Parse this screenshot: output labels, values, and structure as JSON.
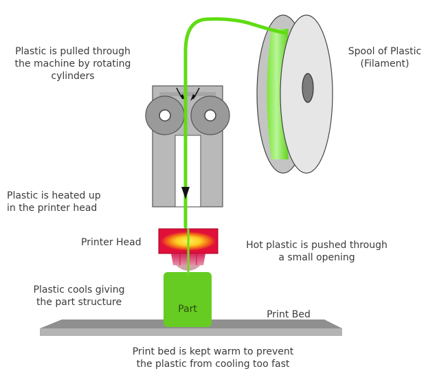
{
  "diagram": {
    "title": "How a 3D printer (FDM) works",
    "labels": {
      "rollers": "Plastic is pulled through\nthe machine by rotating\ncylinders",
      "spool": "Spool of Plastic\n(Filament)",
      "heated": "Plastic is heated up\nin the printer head",
      "printer_head": "Printer Head",
      "nozzle": "Hot plastic is pushed through\na small opening",
      "cools": "Plastic cools giving\nthe part structure",
      "part": "Part",
      "print_bed": "Print Bed",
      "bed_warm": "Print bed is kept warm to prevent\nthe plastic from cooling too fast"
    },
    "colors": {
      "filament": "#5fdc12",
      "part": "#66cc22",
      "frame": "#b9b9b9",
      "roller": "#9a9a9a",
      "head_red": "#e0103a",
      "head_hot": "#ffe020",
      "bed_top": "#8e8e8e",
      "bed_front": "#b4b4b4",
      "spool_face": "#e6e6e6"
    }
  }
}
